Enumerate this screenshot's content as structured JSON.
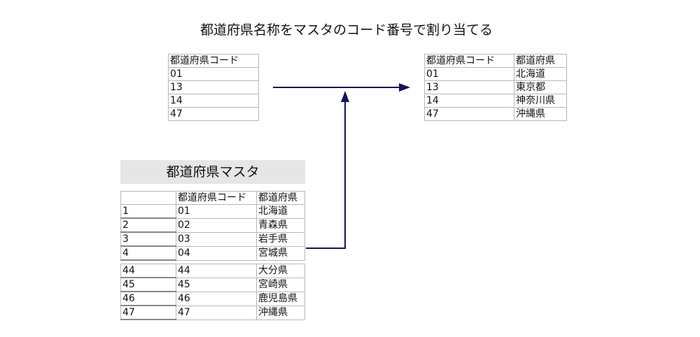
{
  "title": "都道府県名称をマスタのコード番号で割り当てる",
  "input_table": {
    "header": "都道府県コード",
    "rows": [
      "01",
      "13",
      "14",
      "47"
    ]
  },
  "output_table": {
    "headers": [
      "都道府県コード",
      "都道府県"
    ],
    "rows": [
      [
        "01",
        "北海道"
      ],
      [
        "13",
        "東京都"
      ],
      [
        "14",
        "神奈川県"
      ],
      [
        "47",
        "沖縄県"
      ]
    ]
  },
  "master": {
    "title": "都道府県マスタ",
    "headers": [
      "",
      "都道府県コード",
      "都道府県"
    ],
    "rows_top": [
      [
        "1",
        "01",
        "北海道"
      ],
      [
        "2",
        "02",
        "青森県"
      ],
      [
        "3",
        "03",
        "岩手県"
      ],
      [
        "4",
        "04",
        "宮城県"
      ]
    ],
    "rows_bottom": [
      [
        "44",
        "44",
        "大分県"
      ],
      [
        "45",
        "45",
        "宮崎県"
      ],
      [
        "46",
        "46",
        "鹿児島県"
      ],
      [
        "47",
        "47",
        "沖縄県"
      ]
    ]
  },
  "colors": {
    "arrow": "#14145a",
    "master_header_bg": "#e6e6e6"
  }
}
